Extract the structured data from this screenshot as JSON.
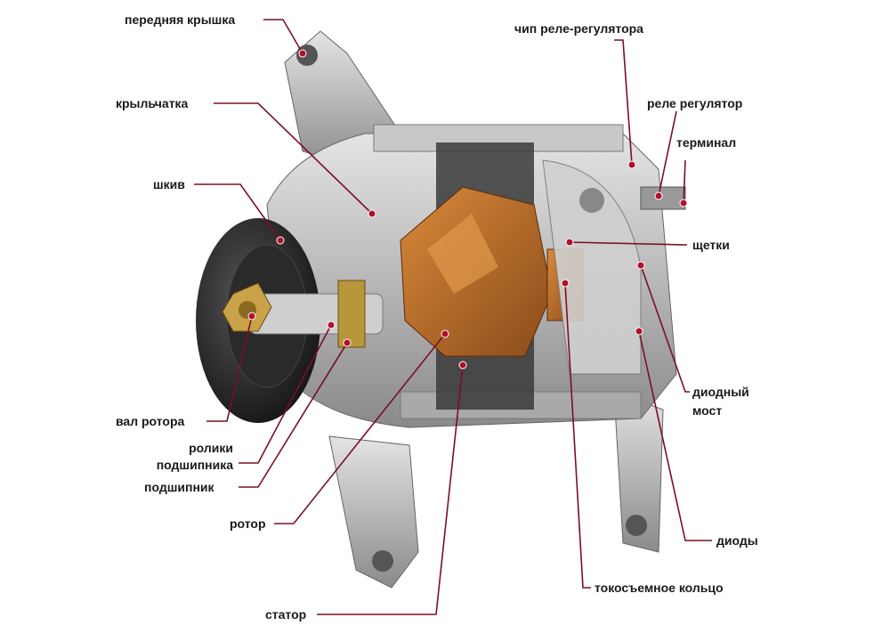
{
  "labels": {
    "front_cover": "передняя крышка",
    "impeller": "крыльчатка",
    "pulley": "шкив",
    "rotor_shaft": "вал ротора",
    "bearing_rollers_1": "ролики",
    "bearing_rollers_2": "подшипника",
    "bearing": "подшипник",
    "rotor": "ротор",
    "stator": "статор",
    "slip_ring": "токосъемное кольцо",
    "diodes": "диоды",
    "diode_bridge_1": "диодный",
    "diode_bridge_2": "мост",
    "brushes": "щетки",
    "terminal": "терминал",
    "regulator_relay": "реле регулятор",
    "regulator_chip": "чип реле-регулятора"
  },
  "colors": {
    "leader": "#7a1020",
    "dot": "#b0102a"
  }
}
